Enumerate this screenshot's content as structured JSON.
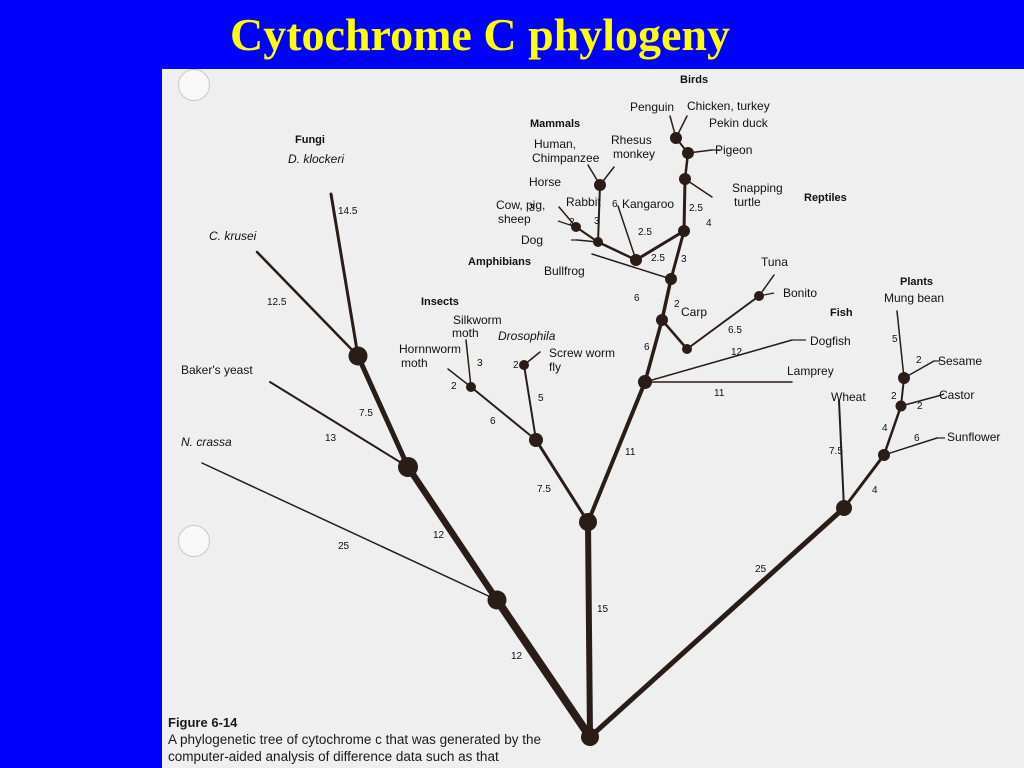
{
  "slide": {
    "title": "Cytochrome C phylogeny"
  },
  "figure": {
    "caption_label": "Figure 6-14",
    "caption_text": "A phylogenetic tree of cytochrome c that was generated by the computer-aided analysis of difference data such as that",
    "taxa": {
      "penguin": "Penguin",
      "chicken_turkey": "Chicken, turkey",
      "pekin_duck": "Pekin duck",
      "pigeon": "Pigeon",
      "human_1": "Human,",
      "human_2": "Chimpanzee",
      "rhesus_1": "Rhesus",
      "rhesus_2": "monkey",
      "horse": "Horse",
      "rabbit": "Rabbit",
      "kangaroo": "Kangaroo",
      "cow_1": "Cow, pig,",
      "cow_2": "sheep",
      "dog": "Dog",
      "snapping_1": "Snapping",
      "snapping_2": "turtle",
      "bullfrog": "Bullfrog",
      "tuna": "Tuna",
      "bonito": "Bonito",
      "carp": "Carp",
      "dogfish": "Dogfish",
      "lamprey": "Lamprey",
      "silkworm_1": "Silkworm",
      "silkworm_2": "moth",
      "drosophila": "Drosophila",
      "hornworm_1": "Hornnworm",
      "hornworm_2": "moth",
      "screwworm_1": "Screw worm",
      "screwworm_2": "fly",
      "d_klockeri": "D. klockeri",
      "c_krusei": "C. krusei",
      "bakers_yeast": "Baker's yeast",
      "n_crassa": "N. crassa",
      "mung_bean": "Mung bean",
      "sesame": "Sesame",
      "castor": "Castor",
      "sunflower": "Sunflower",
      "wheat": "Wheat"
    },
    "groups": {
      "birds": "Birds",
      "mammals": "Mammals",
      "reptiles": "Reptiles",
      "amphibians": "Amphibians",
      "fish": "Fish",
      "insects": "Insects",
      "fungi": "Fungi",
      "plants": "Plants"
    },
    "branch_lengths": {
      "d_klockeri": "14.5",
      "c_krusei": "12.5",
      "fungi_75": "7.5",
      "bakers_yeast": "13",
      "fungi_12": "12",
      "n_crassa": "25",
      "fungi_stem": "12",
      "animal_stem": "15",
      "insect_75": "7.5",
      "vert_11": "11",
      "insect_6": "6",
      "insect_5": "5",
      "silkworm": "3",
      "hornworm": "2",
      "screwworm": "2",
      "lamprey": "11",
      "dogfish": "12",
      "carp_6": "6",
      "carp_65": "6.5",
      "carp_2": "2",
      "bullfrog": "6",
      "tetra_3": "3",
      "mammal_25": "2.5",
      "reptile_25": "2.5",
      "reptile_4": "4",
      "kangaroo": "6",
      "mammal_25b": "2.5",
      "cow": "3",
      "rabbit": "3",
      "dog": "2",
      "plant_stem": "25",
      "wheat": "7.5",
      "plant_4": "4",
      "plant_4b": "4",
      "sunflower": "6",
      "castor": "2",
      "sesame_2": "2",
      "sesame_2b": "2",
      "mung_bean": "5"
    }
  }
}
